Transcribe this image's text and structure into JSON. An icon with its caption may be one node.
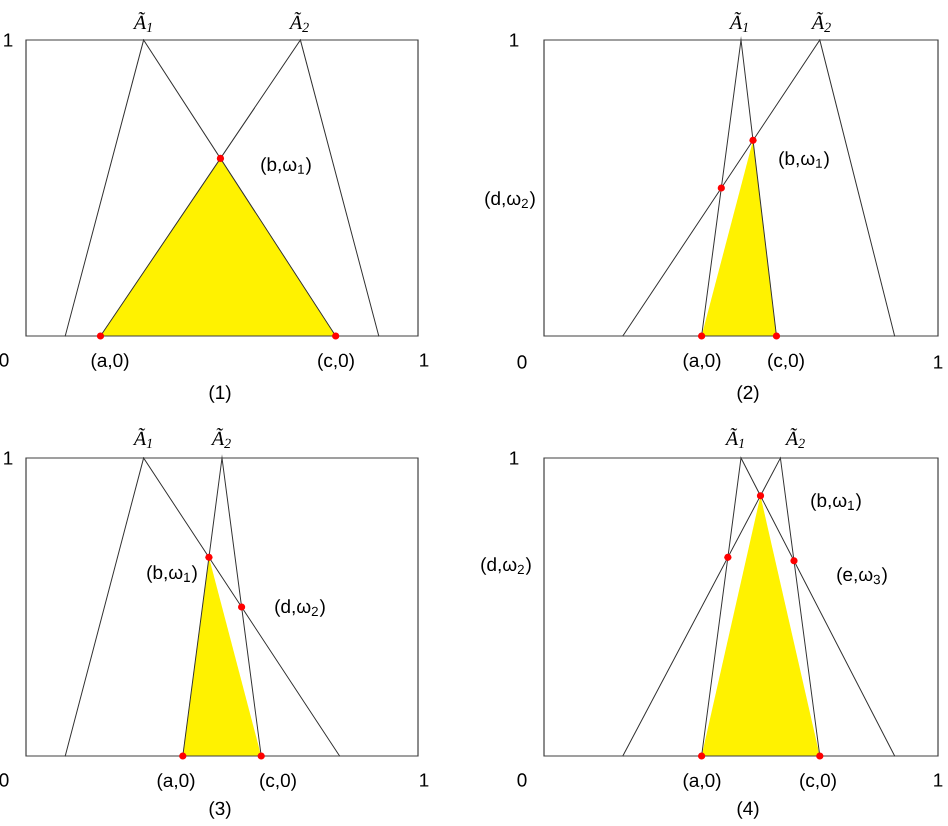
{
  "diagram": {
    "labels": [
      "Ã$_{1}$",
      "Ã$_{2}$",
      "1",
      "(b,ω$_{1}$)",
      "0",
      "(a,0)",
      "(c,0)",
      "1",
      "(1)",
      "Ã$_{1}$",
      "Ã$_{2}$",
      "1",
      "(b,ω$_{1}$)",
      "(d,ω$_{2}$)",
      "0",
      "(a,0)",
      "(c,0)",
      "1",
      "(2)",
      "Ã$_{1}$",
      "Ã$_{2}$",
      "1",
      "(b,ω$_{1}$)",
      "(d,ω$_{2}$)",
      "0",
      "(a,0)",
      "(c,0)",
      "1",
      "(3)",
      "Ã$_{1}$",
      "Ã$_{2}$",
      "1",
      "(b,ω$_{1}$)",
      "(d,ω$_{2}$)",
      "(e,ω$_{3}$)",
      "0",
      "(a,0)",
      "(c,0)",
      "1",
      "(4)"
    ]
  }
}
